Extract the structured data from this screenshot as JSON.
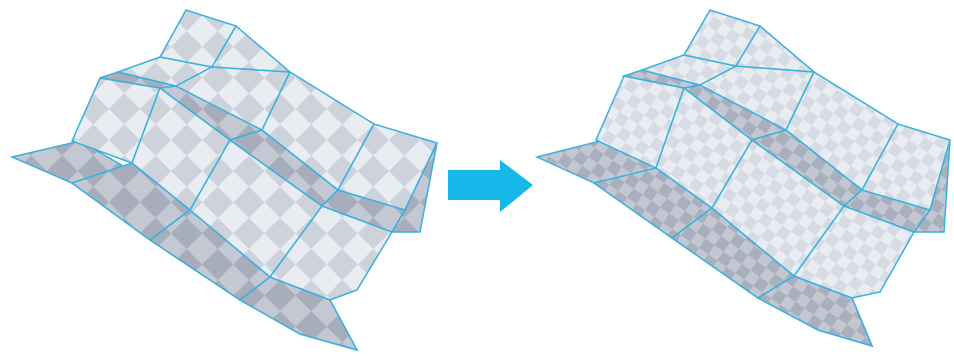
{
  "figure": {
    "panels": [
      {
        "id": "before",
        "texture": "checker-large"
      },
      {
        "id": "after",
        "texture": "checker-fine"
      }
    ],
    "arrow": {
      "direction": "right",
      "color": "#16b8ea"
    },
    "colors": {
      "edge": "#3ab1dd",
      "light_face": "#e9edf2",
      "mid_face": "#d8dde5",
      "dark_face": "#aeb4c0",
      "background": "#ffffff"
    }
  }
}
